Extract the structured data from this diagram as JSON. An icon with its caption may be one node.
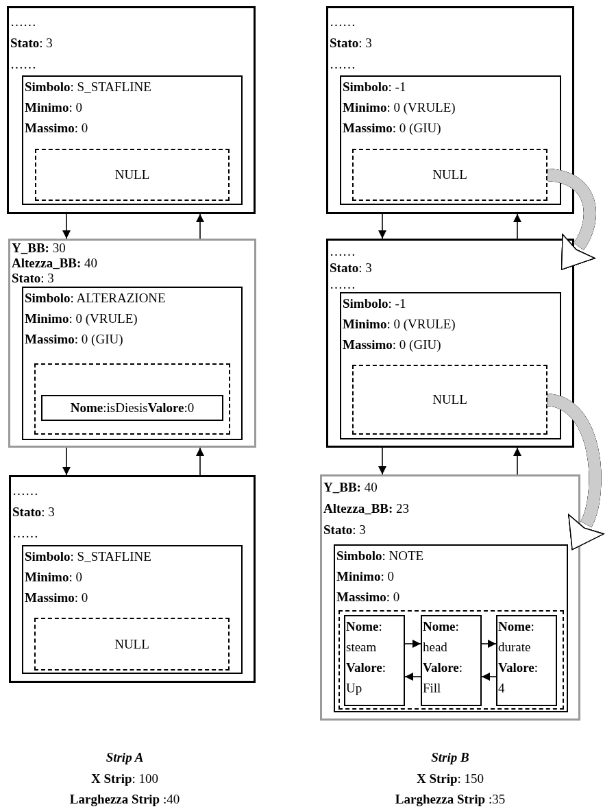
{
  "diagram": {
    "nodes": [
      {
        "text": [
          "……",
          "**Stato**: 3",
          "……"
        ]
      },
      {
        "text": [
          "**Simbolo**: S_STAFLINE",
          "**Minimo**: 0",
          "**Massimo**: 0"
        ],
        "in": 0
      },
      {
        "text": [
          "NULL"
        ],
        "in": 1
      },
      {
        "text": [
          "**Y_BB:** 30",
          "**Altezza_BB:** 40",
          "**Stato**: 3"
        ]
      },
      {
        "text": [
          "**Simbolo**: ALTERAZIONE",
          "**Minimo**: 0 (VRULE)",
          "**Massimo**: 0 (GIU)"
        ],
        "in": 3
      },
      {
        "text": [],
        "shape": "box",
        "in": 4
      },
      {
        "text": [
          "**Nome**:isDiesis**Valore**:0"
        ],
        "in": 5
      },
      {
        "text": [
          "……",
          "**Stato**: 3",
          "……"
        ]
      },
      {
        "text": [
          "**Simbolo**: S_STAFLINE",
          "**Minimo**: 0",
          "**Massimo**: 0"
        ],
        "in": 7
      },
      {
        "text": [
          "NULL"
        ],
        "in": 8
      },
      {
        "text": [
          "……",
          "**Stato**: 3",
          "……"
        ]
      },
      {
        "text": [
          "**Simbolo**: -1",
          "**Minimo**: 0 (VRULE)",
          "**Massimo**: 0 (GIU)"
        ],
        "in": 10
      },
      {
        "text": [
          "NULL"
        ],
        "in": 11
      },
      {
        "text": [
          "……",
          "**Stato**: 3",
          "……"
        ]
      },
      {
        "text": [
          "**Simbolo**: -1",
          "**Minimo**: 0 (VRULE)",
          "**Massimo**: 0 (GIU)"
        ],
        "in": 13
      },
      {
        "text": [
          "NULL"
        ],
        "in": 14
      },
      {
        "text": [
          "**Y_BB:** 40",
          "**Altezza_BB:** 23",
          "**Stato**: 3"
        ]
      },
      {
        "text": [
          "**Simbolo**: NOTE",
          "**Minimo**: 0",
          "**Massimo**: 0"
        ],
        "in": 16
      },
      {
        "text": [],
        "shape": "box",
        "in": 17
      },
      {
        "text": [
          "**Nome**:",
          "steam",
          "**Valore**:",
          "Up"
        ],
        "in": 18
      },
      {
        "text": [
          "**Nome**:",
          "head",
          "**Valore**:",
          "Fill"
        ],
        "in": 18
      },
      {
        "text": [
          "**Nome**:",
          "durate",
          "**Valore**:",
          "4"
        ],
        "in": 18
      }
    ],
    "edges": [
      {
        "from": 0,
        "to": 3,
        "arrow": "to"
      },
      {
        "from": 3,
        "to": 0,
        "arrow": "to"
      },
      {
        "from": 3,
        "to": 7,
        "arrow": "to"
      },
      {
        "from": 7,
        "to": 3,
        "arrow": "to"
      },
      {
        "from": 10,
        "to": 13,
        "arrow": "to"
      },
      {
        "from": 13,
        "to": 10,
        "arrow": "to"
      },
      {
        "from": 13,
        "to": 16,
        "arrow": "to"
      },
      {
        "from": 16,
        "to": 13,
        "arrow": "to"
      },
      {
        "from": 12,
        "to": 14,
        "arrow": "to",
        "style": "thick",
        "color": "#cccccc"
      },
      {
        "from": 15,
        "to": 17,
        "arrow": "to",
        "style": "thick",
        "color": "#cccccc"
      },
      {
        "from": 19,
        "to": 20,
        "arrow": "to"
      },
      {
        "from": 20,
        "to": 19,
        "arrow": "to"
      },
      {
        "from": 20,
        "to": 21,
        "arrow": "to"
      },
      {
        "from": 21,
        "to": 20,
        "arrow": "to"
      }
    ],
    "labels": [
      "Strip A",
      "**X Strip**: 100",
      "**Larghezza Strip** :40",
      "Strip B",
      "**X Strip**: 150",
      "**Larghezza Strip** :35"
    ]
  }
}
